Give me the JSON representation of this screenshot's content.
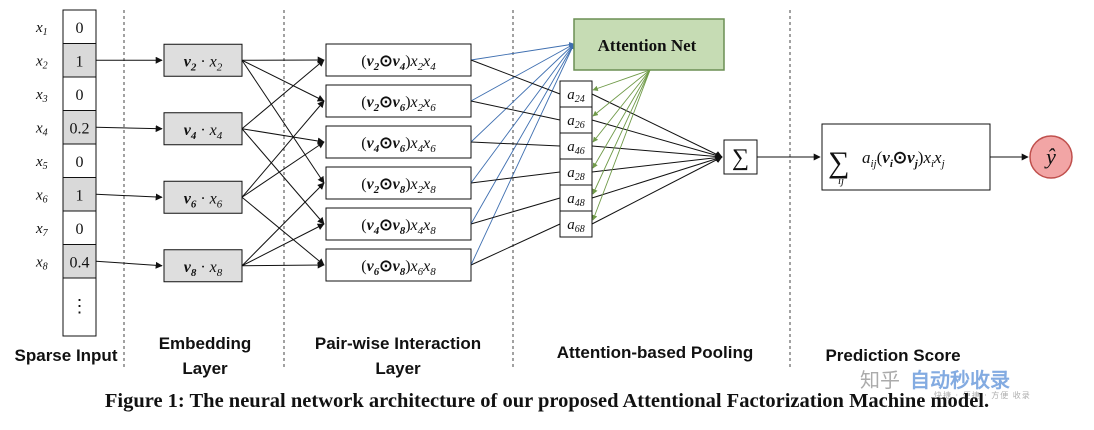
{
  "input_vars": [
    "x1",
    "x2",
    "x3",
    "x4",
    "x5",
    "x6",
    "x7",
    "x8"
  ],
  "input_values": [
    "0",
    "1",
    "0",
    "0.2",
    "0",
    "1",
    "0",
    "0.4"
  ],
  "input_ellipsis": "⋮",
  "embeddings": [
    "v2 · x2",
    "v4 · x4",
    "v6 · x6",
    "v8 · x8"
  ],
  "interactions": [
    "(v2⊙v4)x2x4",
    "(v2⊙v6)x2x6",
    "(v4⊙v6)x4x6",
    "(v2⊙v8)x2x8",
    "(v4⊙v8)x4x8",
    "(v6⊙v8)x6x8"
  ],
  "attention_net": "Attention Net",
  "attention_weights": [
    "a24",
    "a26",
    "a46",
    "a28",
    "a48",
    "a68"
  ],
  "sum_symbol": "∑",
  "prediction_formula": "∑ij aij(vi⊙vj)xixj",
  "output": "ŷ",
  "layer_labels": {
    "sparse_input": "Sparse Input",
    "embedding_1": "Embedding",
    "embedding_2": "Layer",
    "pairwise_1": "Pair-wise Interaction",
    "pairwise_2": "Layer",
    "attention_pooling": "Attention-based Pooling",
    "prediction": "Prediction Score"
  },
  "caption": "Figure 1: The neural network architecture of our proposed Attentional Factorization Machine model.",
  "watermark": {
    "left": "知乎",
    "right": "自动秒收录",
    "sub": "快捷 · 便捷 · 方便 收录"
  },
  "colors": {
    "attention_fill": "#c6dcb4",
    "attention_stroke": "#6b8f54",
    "attn_arrows": "#6f9a48",
    "interaction_arrows": "#3f6fb0",
    "input_highlight": "#d9d9d9",
    "embed_fill": "#dedede",
    "output_fill": "#f2a5a5",
    "output_stroke": "#c0504d"
  }
}
